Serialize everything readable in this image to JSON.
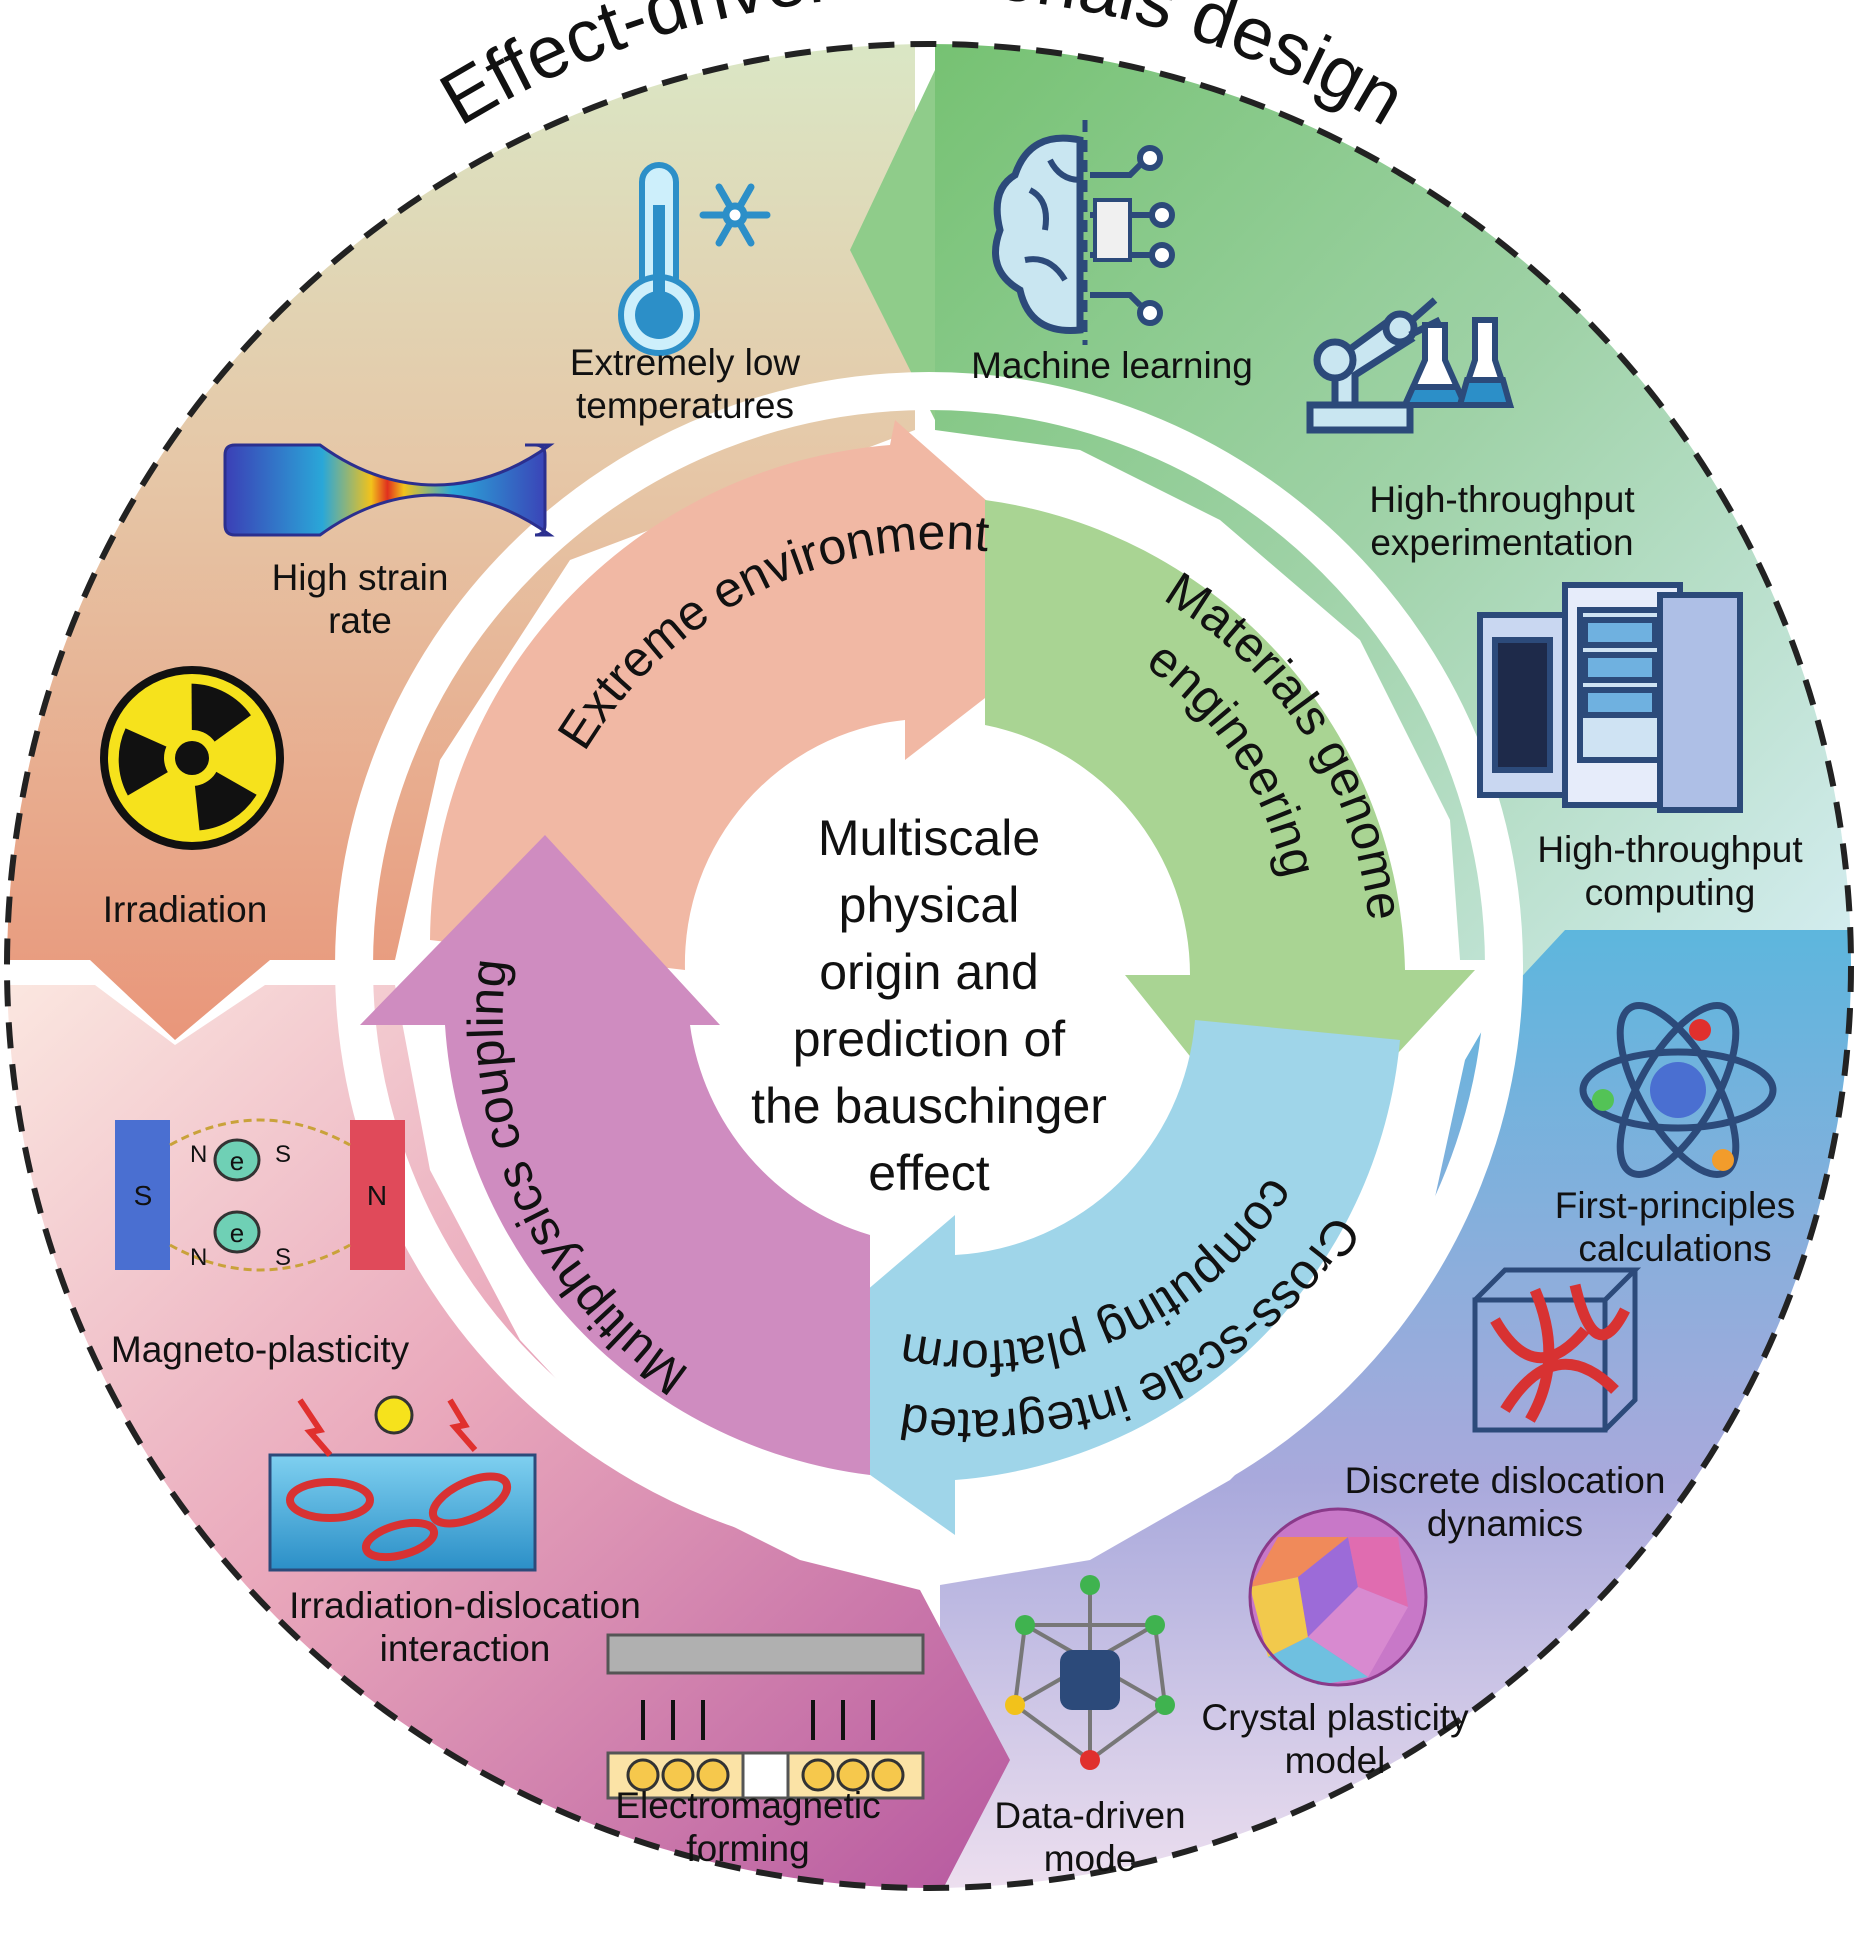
{
  "title": "Effect-driven materials design",
  "center": {
    "lines": [
      "Multiscale",
      "physical",
      "origin and",
      "prediction of",
      "the bauschinger",
      "effect"
    ]
  },
  "categories": {
    "extreme": "Extreme environment",
    "genome_line1": "Materials genome",
    "genome_line2": "engineering",
    "crossscale_line1": "Cross-scale integrated",
    "crossscale_line2": "computing platform",
    "multiphysics": "Multiphysics coupling"
  },
  "labels": {
    "low_temp": [
      "Extremely low",
      "temperatures"
    ],
    "strain_rate": [
      "High strain",
      "rate"
    ],
    "irradiation": [
      "Irradiation"
    ],
    "machine_learning": [
      "Machine learning"
    ],
    "ht_experimentation": [
      "High-throughput",
      "experimentation"
    ],
    "ht_computing": [
      "High-throughput",
      "computing"
    ],
    "first_principles": [
      "First-principles",
      "calculations"
    ],
    "ddd": [
      "Discrete dislocation",
      "dynamics"
    ],
    "crystal_plasticity": [
      "Crystal plasticity",
      "model"
    ],
    "data_driven": [
      "Data-driven",
      "mode"
    ],
    "magneto_plasticity": [
      "Magneto-plasticity"
    ],
    "irradiation_dislocation": [
      "Irradiation-dislocation",
      "interaction"
    ],
    "em_forming": [
      "Electromagnetic",
      "forming"
    ]
  },
  "magnet_letters": {
    "s": "S",
    "n": "N",
    "electron": "e",
    "electron_minus": "-"
  },
  "colors": {
    "extreme_arrow": "#f1b8a4",
    "genome_arrow": "#a9d493",
    "crossscale_arrow": "#9fd5e9",
    "multiphysics_arrow": "#cf8cc0",
    "dashed_border": "#222222"
  },
  "icons": [
    "thermometer-icon",
    "snowflake-icon",
    "specimen-icon",
    "radiation-icon",
    "brain-circuit-icon",
    "robot-arm-icon",
    "flask-icon",
    "server-icon",
    "atom-icon",
    "dislocation-cube-icon",
    "grain-structure-icon",
    "data-network-icon",
    "magnet-icon",
    "irradiation-damage-icon",
    "em-coil-icon"
  ]
}
